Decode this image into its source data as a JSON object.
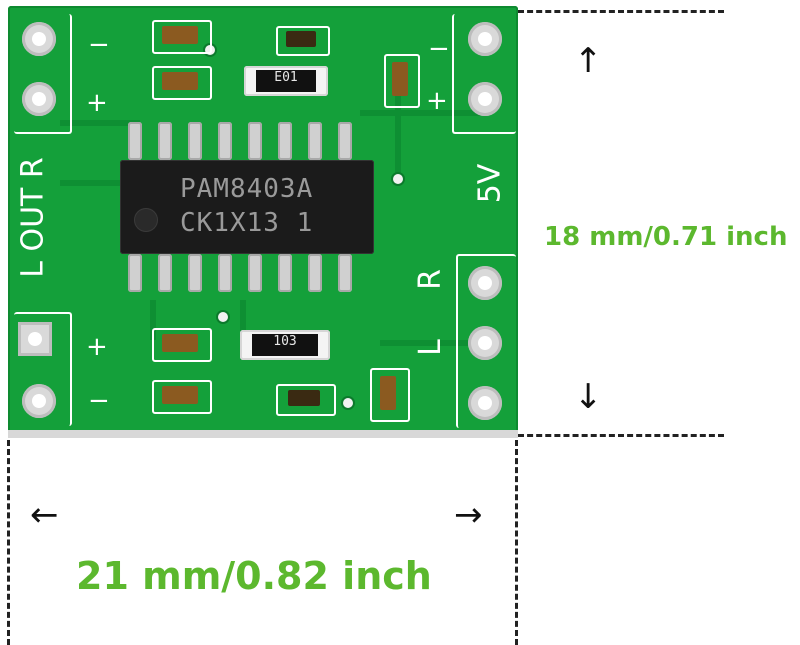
{
  "board": {
    "chip_line1": "PAM8403A",
    "chip_line2": "CK1X13 1",
    "res_top": "E01",
    "res_bottom": "103",
    "label_out": "L OUT R",
    "label_5v": "5V",
    "label_r": "R",
    "label_l": "L",
    "plus": "+",
    "minus": "−"
  },
  "dimensions": {
    "height_label": "18 mm/0.71 inch",
    "width_label": "21 mm/0.82 inch",
    "up_arrow": "↑",
    "down_arrow": "↓",
    "left_arrow": "←",
    "right_arrow": "→"
  },
  "colors": {
    "pcb": "#14a03a",
    "label_green": "#5cb82e",
    "chip": "#1b1b1b"
  }
}
